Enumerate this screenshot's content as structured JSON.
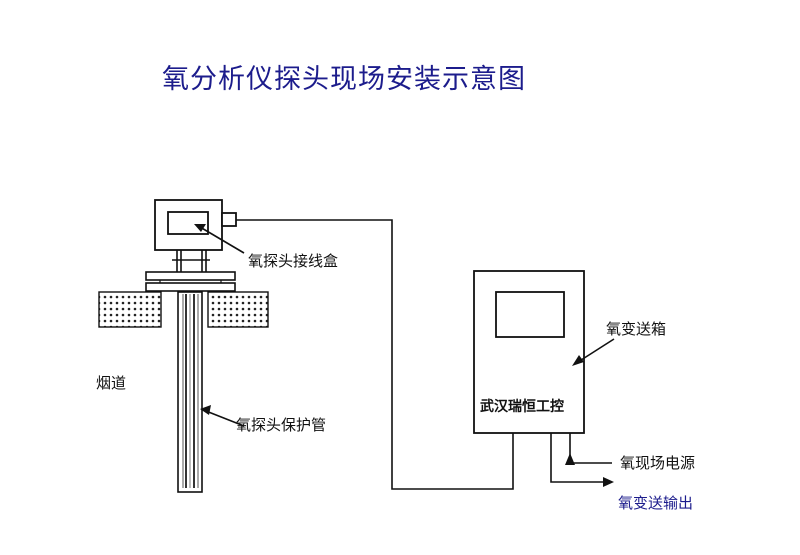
{
  "title": "氧分析仪探头现场安装示意图",
  "labels": {
    "junction_box": "氧探头接线盒",
    "flue": "烟道",
    "protection_tube": "氧探头保护管",
    "transmitter_box": "氧变送箱",
    "controller_panel": "武汉瑞恒工控",
    "power_supply": "氧现场电源",
    "output": "氧变送输出"
  },
  "colors": {
    "title": "#1c1c8c",
    "output_label": "#1c1c8c",
    "line": "#111111"
  }
}
